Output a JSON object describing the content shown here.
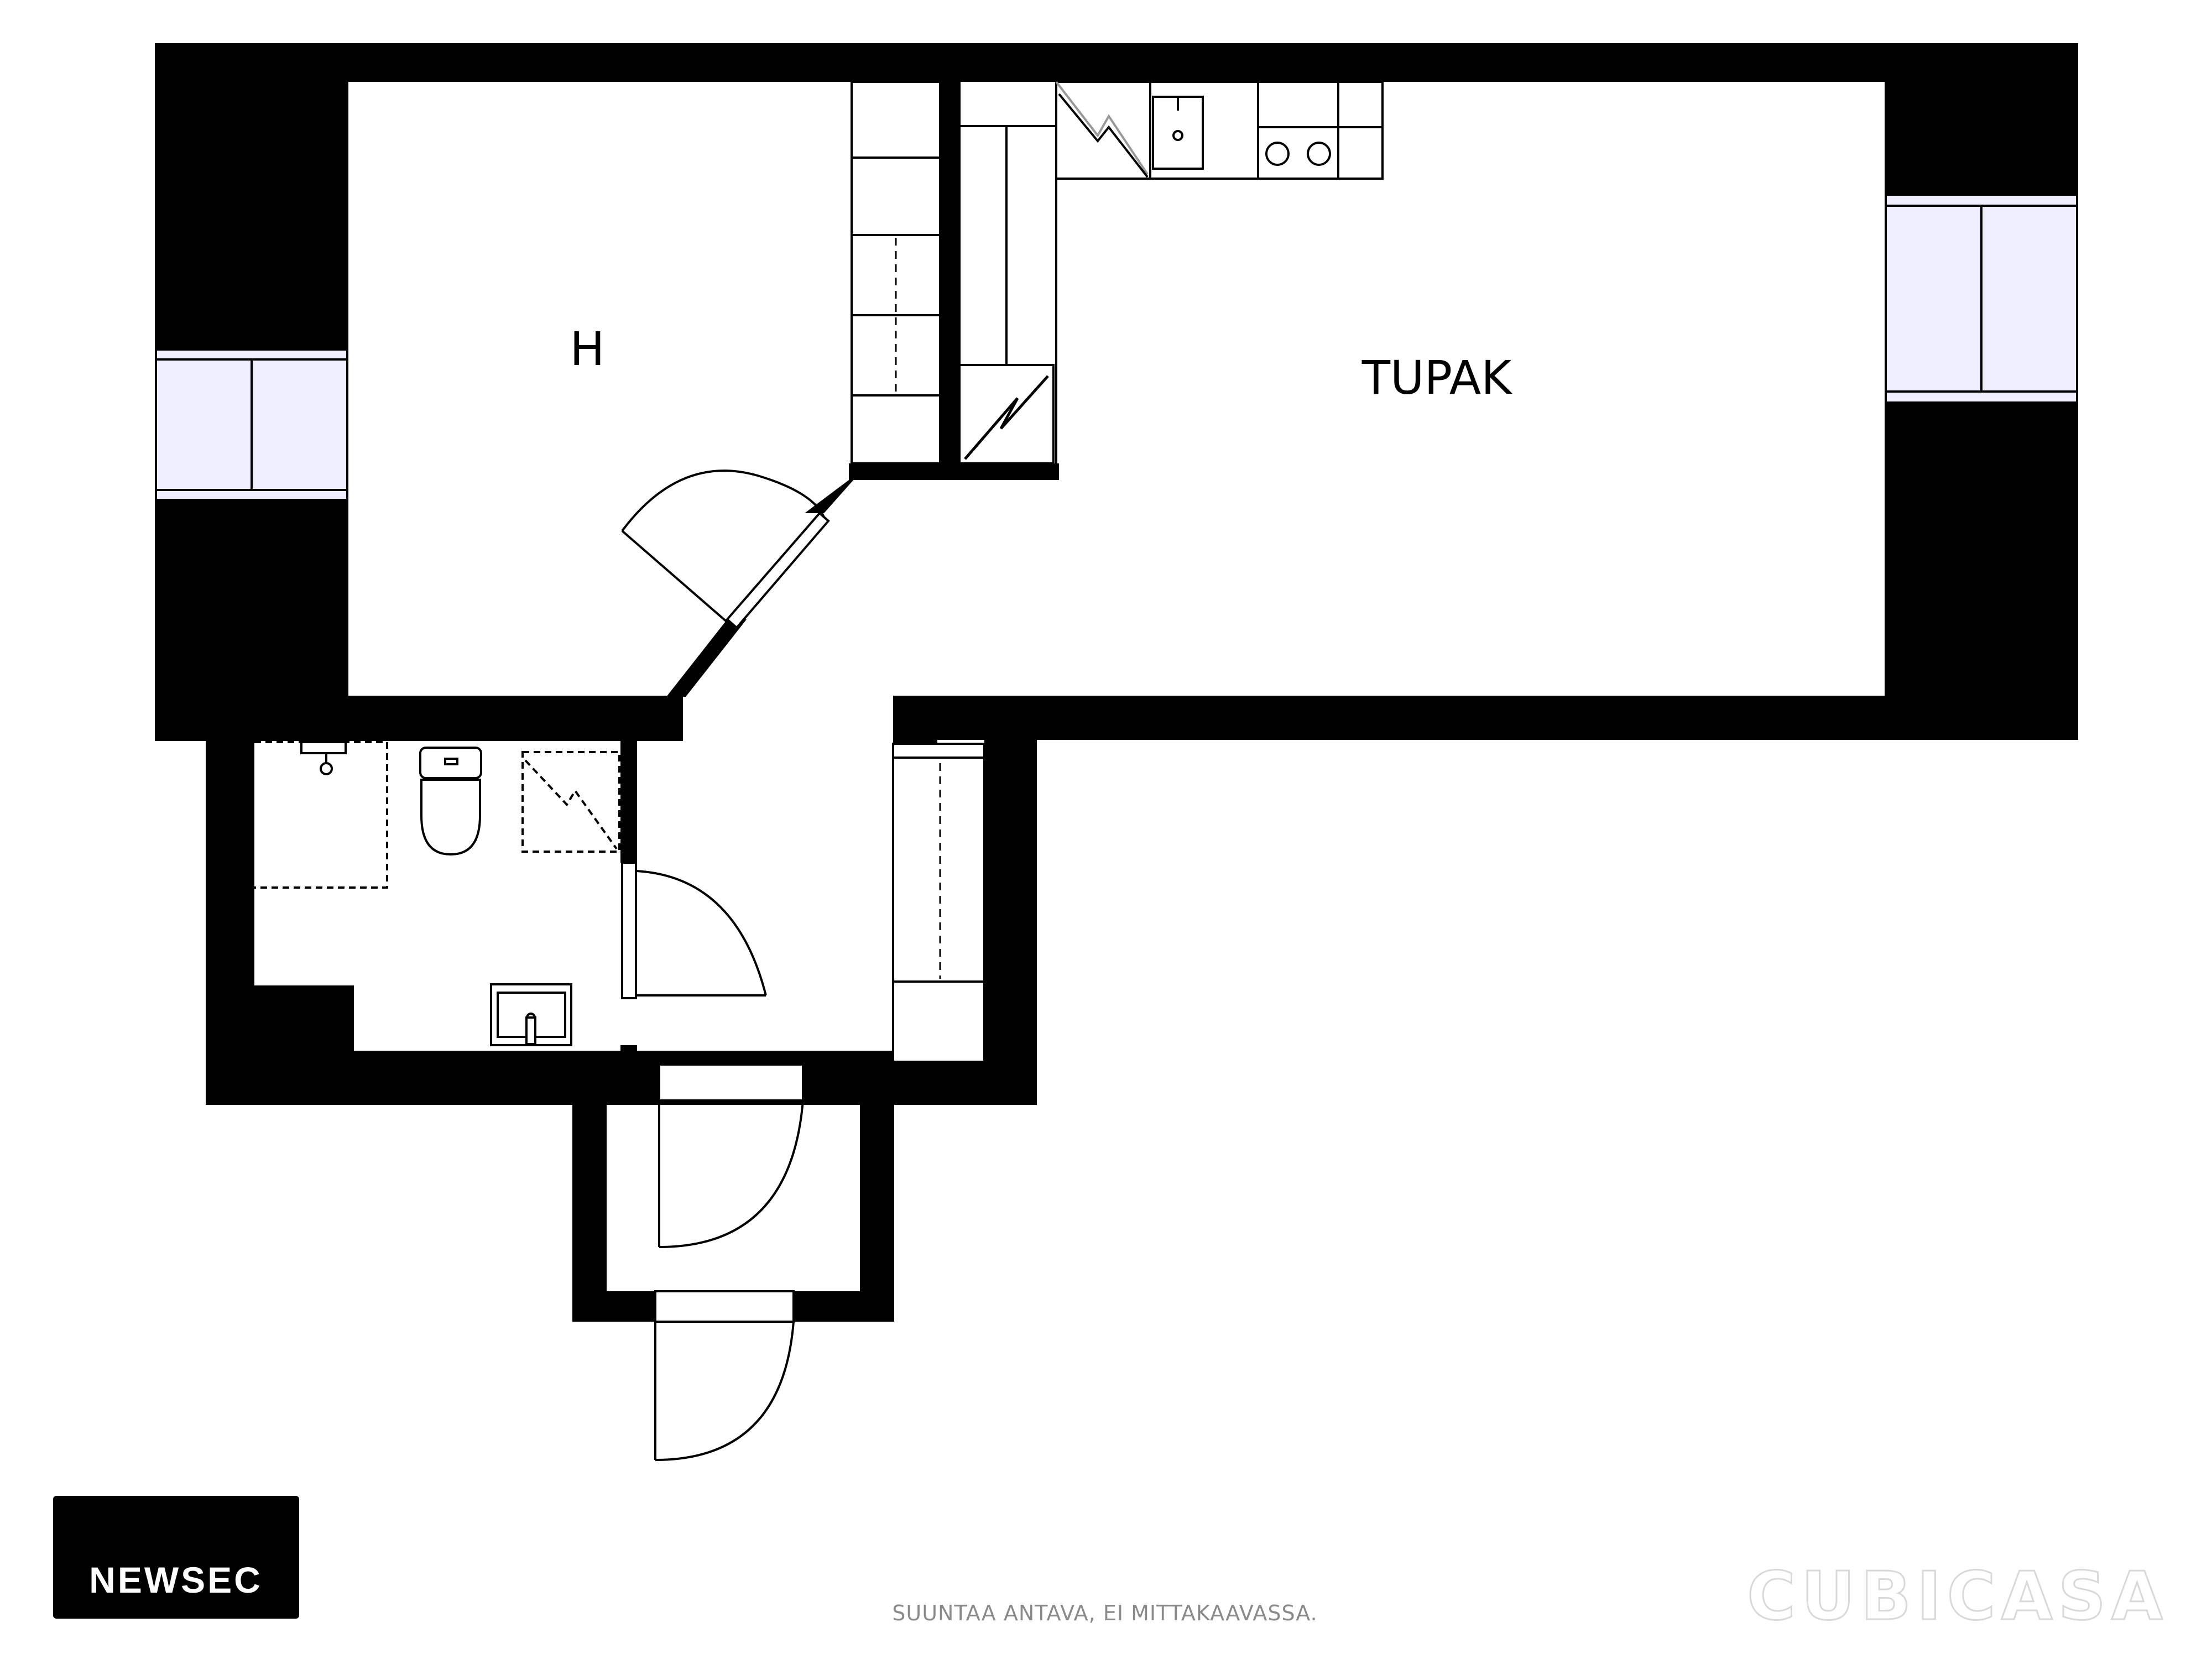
{
  "rooms": {
    "bedroom_label": "H",
    "living_label": "TUPAK"
  },
  "footer": {
    "disclaimer": "SUUNTAA ANTAVA, EI MITTAKAAVASSA.",
    "brand_logo": "NEWSEC",
    "watermark": "CUBICASA"
  },
  "colors": {
    "wall": "#000000",
    "window_glass": "#eeeeff",
    "background": "#ffffff",
    "disclaimer_text": "#8a8a8a"
  }
}
